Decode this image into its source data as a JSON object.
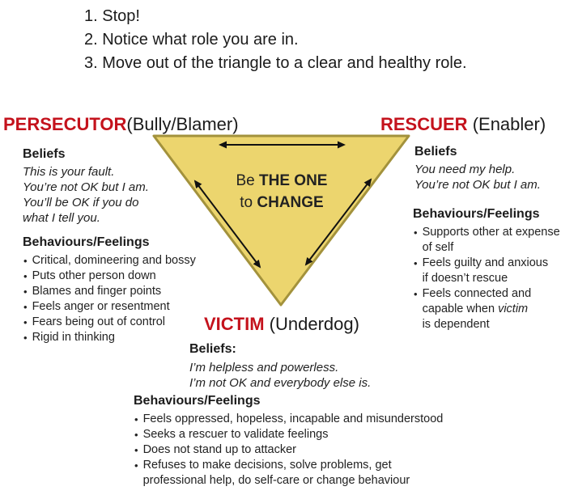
{
  "steps": [
    "1. Stop!",
    "2. Notice what role you are in.",
    "3. Move out of the triangle to a clear and healthy role."
  ],
  "colors": {
    "role_red": "#c4121c",
    "triangle_fill": "#ecd56e",
    "triangle_border": "#a3923c",
    "arrow_black": "#111111"
  },
  "triangle": {
    "line1_prefix": "Be ",
    "line1_bold": "THE ONE",
    "line2_prefix": "to ",
    "line2_bold": "CHANGE"
  },
  "persecutor": {
    "role": "PERSECUTOR",
    "alias": "(Bully/Blamer)",
    "beliefs_title": "Beliefs",
    "beliefs": "This is your fault.\nYou’re not OK but I am.\nYou’ll be OK if you do\nwhat I tell you.",
    "behaviours_title": "Behaviours/Feelings",
    "behaviours": [
      "Critical, domineering and bossy",
      "Puts other person down",
      "Blames and finger points",
      "Feels anger or resentment",
      "Fears being out of control",
      "Rigid in thinking"
    ]
  },
  "rescuer": {
    "role": "RESCUER",
    "alias": " (Enabler)",
    "beliefs_title": "Beliefs",
    "beliefs": "You need my help.\nYou’re not OK but I am.",
    "behaviours_title": "Behaviours/Feelings",
    "behaviours": [
      "Supports other at expense\nof self",
      "Feels guilty and anxious\nif doesn’t rescue"
    ],
    "behaviour3_prefix": "Feels connected and\ncapable when ",
    "behaviour3_italic": "victim",
    "behaviour3_suffix": "\nis dependent"
  },
  "victim": {
    "role": "VICTIM",
    "alias": " (Underdog)",
    "beliefs_title": "Beliefs:",
    "beliefs": "I’m helpless and powerless.\nI’m not OK and everybody else is.",
    "behaviours_title": "Behaviours/Feelings",
    "behaviours": [
      "Feels oppressed, hopeless, incapable and misunderstood",
      "Seeks a rescuer to validate feelings",
      "Does not stand up to attacker",
      "Refuses to make decisions, solve problems, get\nprofessional help, do self-care or change behaviour"
    ]
  }
}
